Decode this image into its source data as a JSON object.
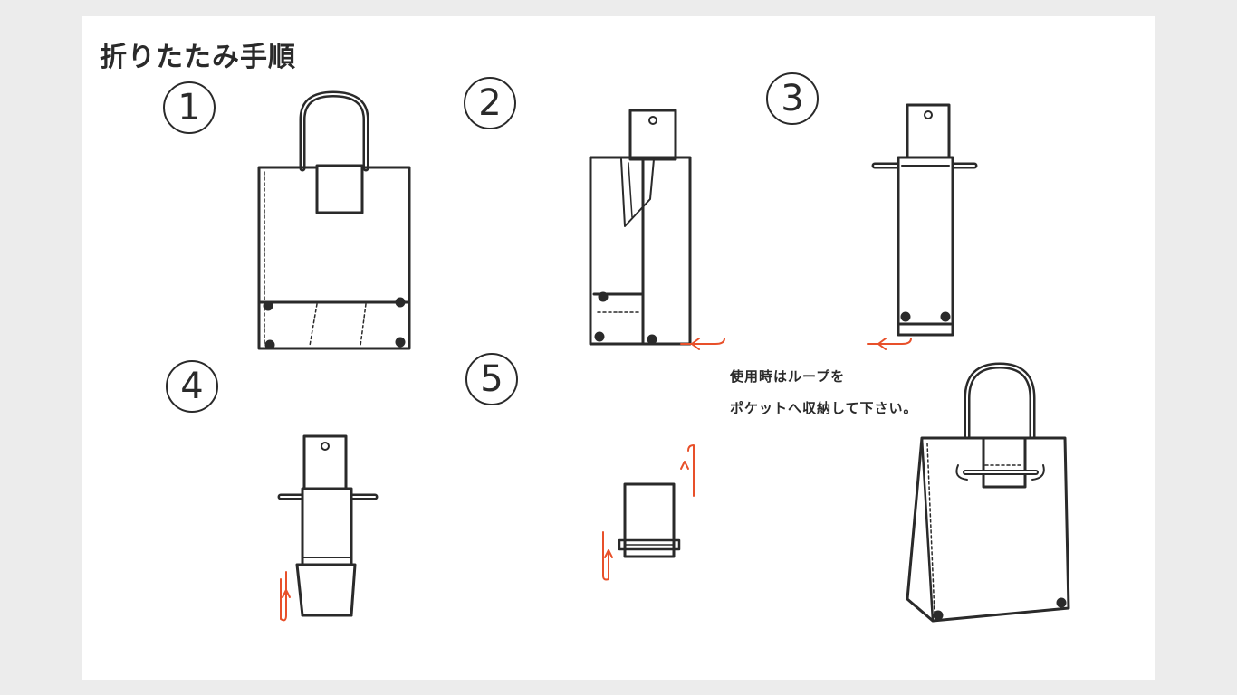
{
  "title": "折りたたみ手順",
  "steps": [
    {
      "number": "1"
    },
    {
      "number": "2"
    },
    {
      "number": "3"
    },
    {
      "number": "4"
    },
    {
      "number": "5"
    }
  ],
  "note": {
    "line1": "使用時はループを",
    "line2": "ポケットへ収納して下さい。"
  },
  "colors": {
    "line": "#2a2a2a",
    "arrow": "#e8502a",
    "paper": "#ffffff",
    "background": "#ececec"
  }
}
